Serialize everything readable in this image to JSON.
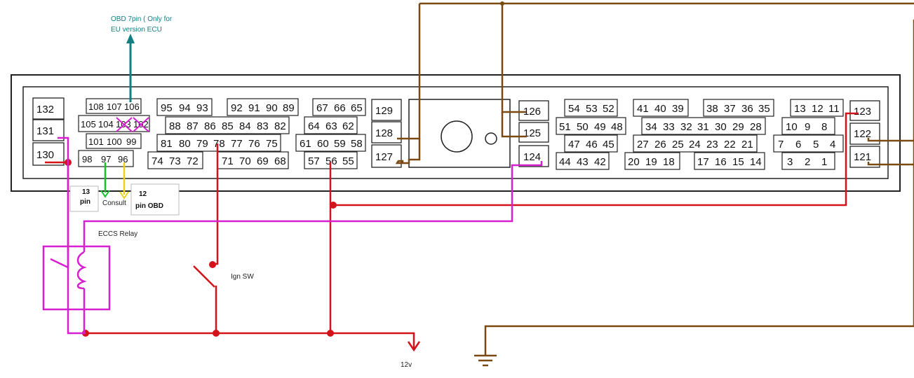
{
  "colors": {
    "brown": "#7a4a12",
    "red": "#d4121a",
    "magenta": "#d61fcf",
    "teal": "#127f82",
    "green": "#16c22a",
    "yellow": "#e8d21a",
    "outline": "#222222"
  },
  "labels": {
    "obd7": [
      "OBD 7pin ( Only for",
      "EU version ECU"
    ],
    "pin13": [
      "13",
      "pin"
    ],
    "consult": "Consult",
    "obd12": [
      "12",
      "pin OBD"
    ],
    "eccs_relay": "ECCS Relay",
    "ign_sw": "Ign SW",
    "v12": "12v"
  },
  "pin_groups": {
    "g1": [
      "132",
      "131",
      "130"
    ],
    "g2": [
      [
        "108",
        "107",
        "106"
      ],
      [
        "105",
        "104",
        "103",
        "102"
      ],
      [
        "101",
        "100",
        "99"
      ],
      [
        "98",
        "97",
        "96"
      ]
    ],
    "g3": [
      [
        "95",
        "94",
        "93",
        "92",
        "91",
        "90",
        "89"
      ],
      [
        "88",
        "87",
        "86",
        "85",
        "84",
        "83",
        "82"
      ],
      [
        "81",
        "80",
        "79",
        "78",
        "77",
        "76",
        "75"
      ],
      [
        "74",
        "73",
        "72",
        "71",
        "70",
        "69",
        "68"
      ]
    ],
    "g4": [
      [
        "67",
        "66",
        "65"
      ],
      [
        "64",
        "63",
        "62"
      ],
      [
        "61",
        "60",
        "59",
        "58"
      ],
      [
        "57",
        "56",
        "55"
      ]
    ],
    "g5": [
      "129",
      "128",
      "127"
    ],
    "g6": [
      "126",
      "125",
      "124"
    ],
    "g7": [
      [
        "54",
        "53",
        "52"
      ],
      [
        "51",
        "50",
        "49",
        "48"
      ],
      [
        "47",
        "46",
        "45"
      ],
      [
        "44",
        "43",
        "42"
      ]
    ],
    "g8": [
      [
        "41",
        "40",
        "39",
        "38",
        "37",
        "36",
        "35"
      ],
      [
        "34",
        "33",
        "32",
        "31",
        "30",
        "29",
        "28"
      ],
      [
        "27",
        "26",
        "25",
        "24",
        "23",
        "22",
        "21"
      ],
      [
        "20",
        "19",
        "18",
        "17",
        "16",
        "15",
        "14"
      ]
    ],
    "g9": [
      [
        "13",
        "12",
        "11"
      ],
      [
        "10",
        "9",
        "8"
      ],
      [
        "7",
        "6",
        "5",
        "4"
      ],
      [
        "3",
        "2",
        "1"
      ]
    ],
    "g10": [
      "123",
      "122",
      "121"
    ]
  }
}
